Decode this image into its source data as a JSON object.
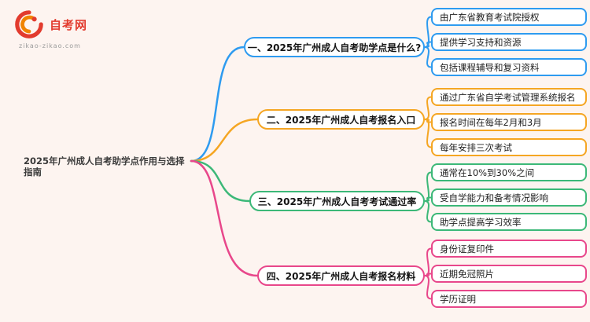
{
  "page": {
    "background": "#fdf4f0"
  },
  "logo": {
    "title": "自考网",
    "subtitle": "zikao-zikao.com",
    "brand_color": "#e23b2e",
    "brand_color2": "#f08300"
  },
  "central": {
    "title": "2025年广州成人自考助学点作用与选择指南"
  },
  "branches": [
    {
      "label": "一、2025年广州成人自考助学点是什么?",
      "color": "#2e9bf0",
      "children": [
        "由广东省教育考试院授权",
        "提供学习支持和资源",
        "包括课程辅导和复习资料"
      ]
    },
    {
      "label": "二、2025年广州成人自考报名入口",
      "color": "#f5a623",
      "children": [
        "通过广东省自学考试管理系统报名",
        "报名时间在每年2月和3月",
        "每年安排三次考试"
      ]
    },
    {
      "label": "三、2025年广州成人自考考试通过率",
      "color": "#3cb878",
      "children": [
        "通常在10%到30%之间",
        "受自学能力和备考情况影响",
        "助学点提高学习效率"
      ]
    },
    {
      "label": "四、2025年广州成人自考报名材料",
      "color": "#e8478b",
      "children": [
        "身份证复印件",
        "近期免冠照片",
        "学历证明"
      ]
    }
  ]
}
